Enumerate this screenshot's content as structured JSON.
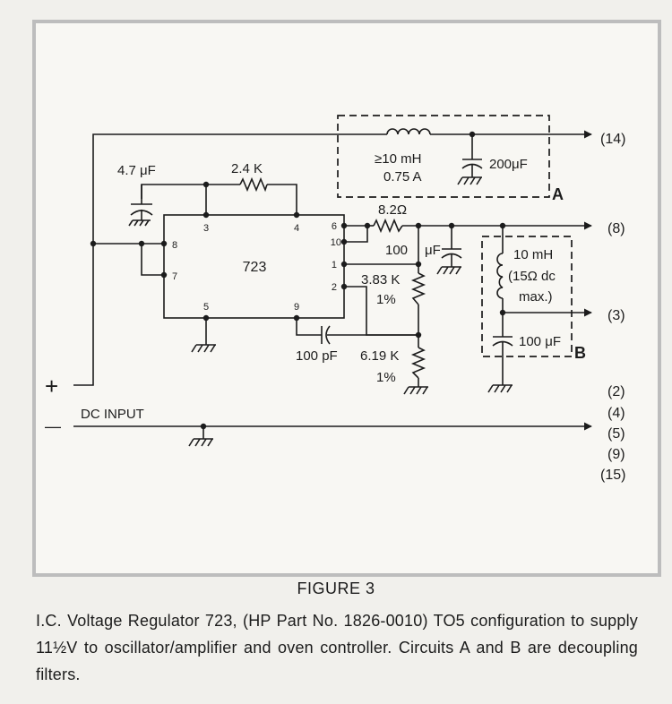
{
  "figure": {
    "title": "FIGURE 3",
    "caption": "I.C. Voltage Regulator 723, (HP Part No. 1826-0010) TO5 configuration to supply 11½V to oscillator/amplifier and oven controller. Circuits A and B are decoupling filters."
  },
  "schematic": {
    "ic": {
      "label": "723"
    },
    "pins": {
      "p3": "3",
      "p4": "4",
      "p5": "5",
      "p6": "6",
      "p7": "7",
      "p8": "8",
      "p9": "9",
      "p10": "10",
      "p1": "1",
      "p2": "2"
    },
    "components": {
      "c_4_7uf": "4.7 μF",
      "r_2_4k": "2.4 K",
      "r_8_2": "8.2Ω",
      "c_100uf_label": "100",
      "c_100uf_unit": "μF",
      "r_3_83k": "3.83 K",
      "r_3_83k_tol": "1%",
      "r_6_19k": "6.19 K",
      "r_6_19k_tol": "1%",
      "c_100pf": "100 pF"
    },
    "filter_a": {
      "box_label": "A",
      "inductor_value": "≥10 mH",
      "inductor_current": "0.75 A",
      "capacitor": "200μF"
    },
    "filter_b": {
      "box_label": "B",
      "inductor_value": "10 mH",
      "inductor_spec_1": "(15Ω dc",
      "inductor_spec_2": "max.)",
      "capacitor": "100 μF"
    },
    "input": {
      "plus": "+",
      "minus": "—",
      "label": "DC INPUT"
    },
    "outputs": {
      "o14": "(14)",
      "o8": "(8)",
      "o3": "(3)",
      "o2": "(2)",
      "o4": "(4)",
      "o5": "(5)",
      "o9": "(9)",
      "o15": "(15)"
    }
  }
}
